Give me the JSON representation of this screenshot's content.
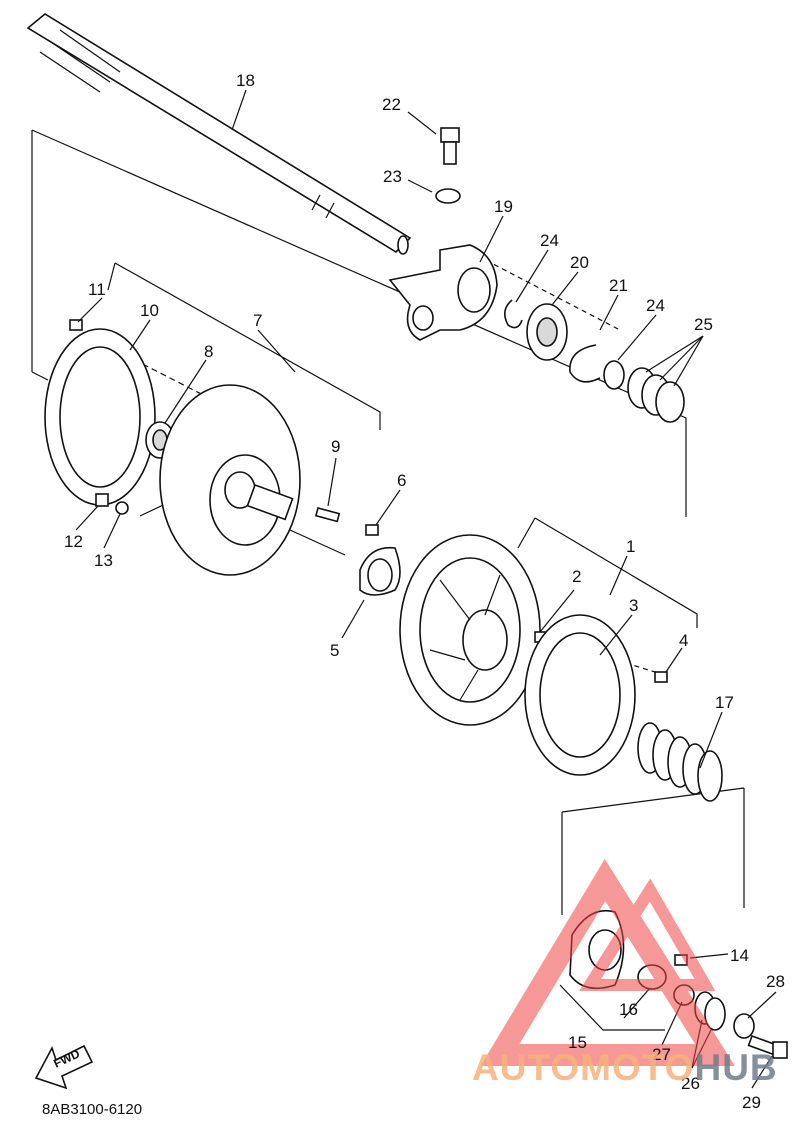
{
  "diagram": {
    "part_numbers": [
      "1",
      "2",
      "3",
      "4",
      "5",
      "6",
      "7",
      "8",
      "9",
      "10",
      "11",
      "12",
      "13",
      "14",
      "15",
      "16",
      "17",
      "18",
      "19",
      "20",
      "21",
      "22",
      "23",
      "24",
      "24",
      "25",
      "26",
      "27",
      "28",
      "29"
    ],
    "diagram_code": "8AB3100-6120",
    "fwd_label": "FWD"
  },
  "watermark": {
    "part1": "AUTOMOTO",
    "part2": "HUB",
    "color1": "#f7b27a",
    "color2": "#6f7d8c",
    "logo_color": "#ef4444"
  }
}
